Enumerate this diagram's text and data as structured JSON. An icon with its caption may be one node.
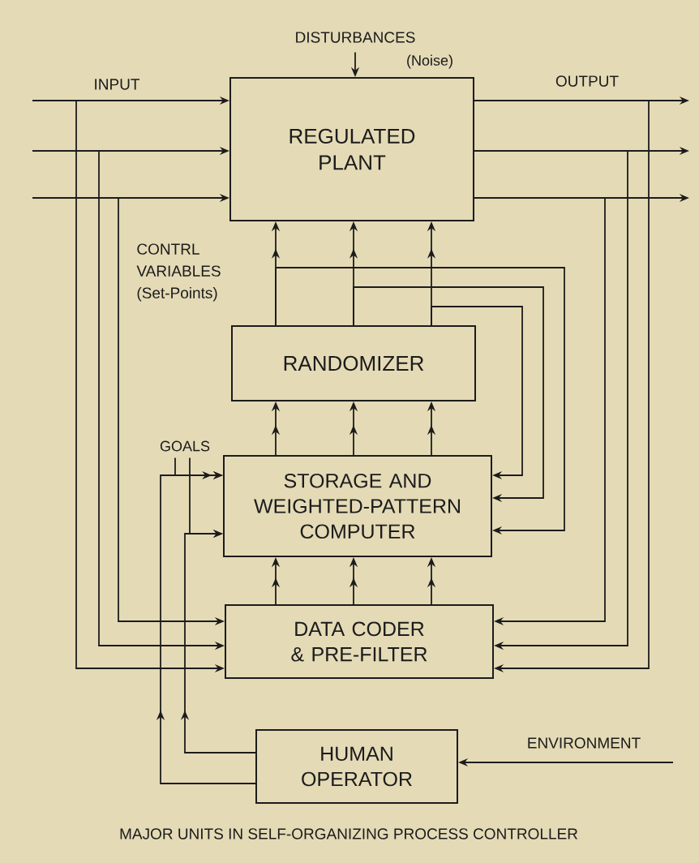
{
  "diagram": {
    "caption": "MAJOR UNITS IN SELF-ORGANIZING PROCESS CONTROLLER",
    "nodes": [
      {
        "text": [
          "REGULATED PLANT"
        ]
      },
      {
        "text": [
          "RANDOMIZER"
        ]
      },
      {
        "text": [
          "STORAGE AND WEIGHTED-PATTERN COMPUTER"
        ]
      },
      {
        "text": [
          "DATA CODER & PRE-FILTER"
        ]
      },
      {
        "text": [
          "HUMAN OPERATOR"
        ]
      },
      {
        "text": [
          "DISTURBANCES"
        ],
        "beside": [
          "(Noise)"
        ]
      },
      {
        "text": [
          "GOALS"
        ]
      }
    ],
    "edges": [
      {
        "from": null,
        "to": 0,
        "arrow": "to"
      },
      {
        "from": null,
        "to": 0,
        "arrow": "to"
      },
      {
        "from": null,
        "to": 0,
        "arrow": "to"
      },
      {
        "from": null,
        "to": 3,
        "arrow": "to"
      },
      {
        "from": null,
        "to": 3,
        "arrow": "to"
      },
      {
        "from": null,
        "to": 3,
        "arrow": "to"
      },
      {
        "from": 0,
        "to": null,
        "arrow": "to"
      },
      {
        "from": 0,
        "to": null,
        "arrow": "to"
      },
      {
        "from": 0,
        "to": null,
        "arrow": "to"
      },
      {
        "from": 0,
        "to": 3,
        "arrow": "to"
      },
      {
        "from": 0,
        "to": 3,
        "arrow": "to"
      },
      {
        "from": 0,
        "to": 3,
        "arrow": "to"
      },
      {
        "from": 1,
        "to": 0,
        "arrow": "to"
      },
      {
        "from": 1,
        "to": 0,
        "arrow": "to"
      },
      {
        "from": 1,
        "to": 0,
        "arrow": "to"
      },
      {
        "from": 2,
        "to": 1,
        "arrow": "to"
      },
      {
        "from": 2,
        "to": 1,
        "arrow": "to"
      },
      {
        "from": 2,
        "to": 1,
        "arrow": "to"
      },
      {
        "from": 3,
        "to": 2,
        "arrow": "to"
      },
      {
        "from": 3,
        "to": 2,
        "arrow": "to"
      },
      {
        "from": 3,
        "to": 2,
        "arrow": "to"
      },
      {
        "from": 1,
        "to": 2,
        "arrow": "to"
      },
      {
        "from": 1,
        "to": 2,
        "arrow": "to"
      },
      {
        "from": 1,
        "to": 2,
        "arrow": "to"
      },
      {
        "from": 5,
        "to": 0,
        "arrow": "to"
      },
      {
        "from": 4,
        "to": 2,
        "arrow": "to"
      },
      {
        "from": 4,
        "to": 2,
        "arrow": "to"
      },
      {
        "from": 6,
        "to": 2,
        "arrow": "to"
      },
      {
        "from": 6,
        "to": 2,
        "arrow": "to"
      },
      {
        "from": null,
        "to": 4,
        "arrow": "to"
      }
    ],
    "labels": [
      "INPUT",
      "OUTPUT",
      "CONTRL VARIABLES (Set-Points)",
      "ENVIRONMENT"
    ]
  }
}
